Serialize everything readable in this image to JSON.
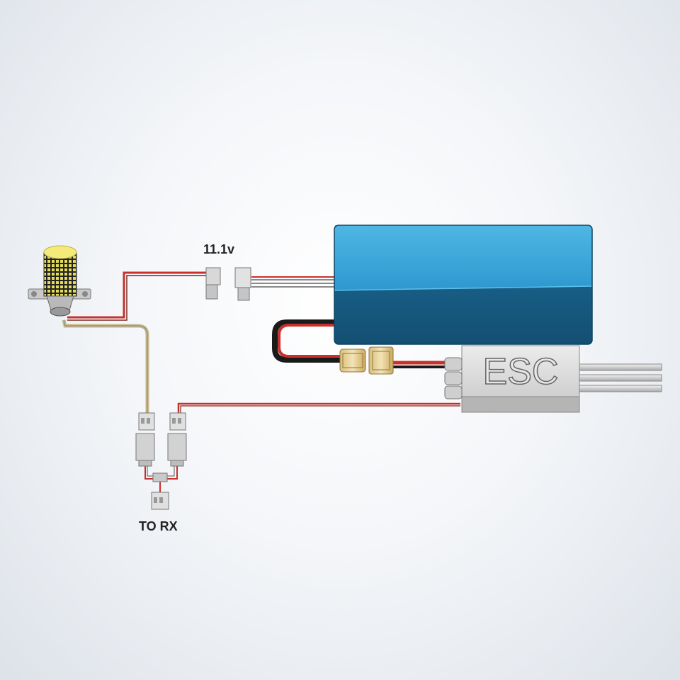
{
  "labels": {
    "battery_voltage": "11.1v",
    "esc_text": "ESC",
    "receiver": "TO RX"
  },
  "colors": {
    "battery_top": "#3aa6d8",
    "battery_side": "#175e86",
    "wire_red": "#c8302c",
    "wire_black": "#1a1a1a",
    "esc_body": "#d9d9d9",
    "light_lens": "#f3ea7a",
    "connector_gold": "#e8d39a"
  }
}
